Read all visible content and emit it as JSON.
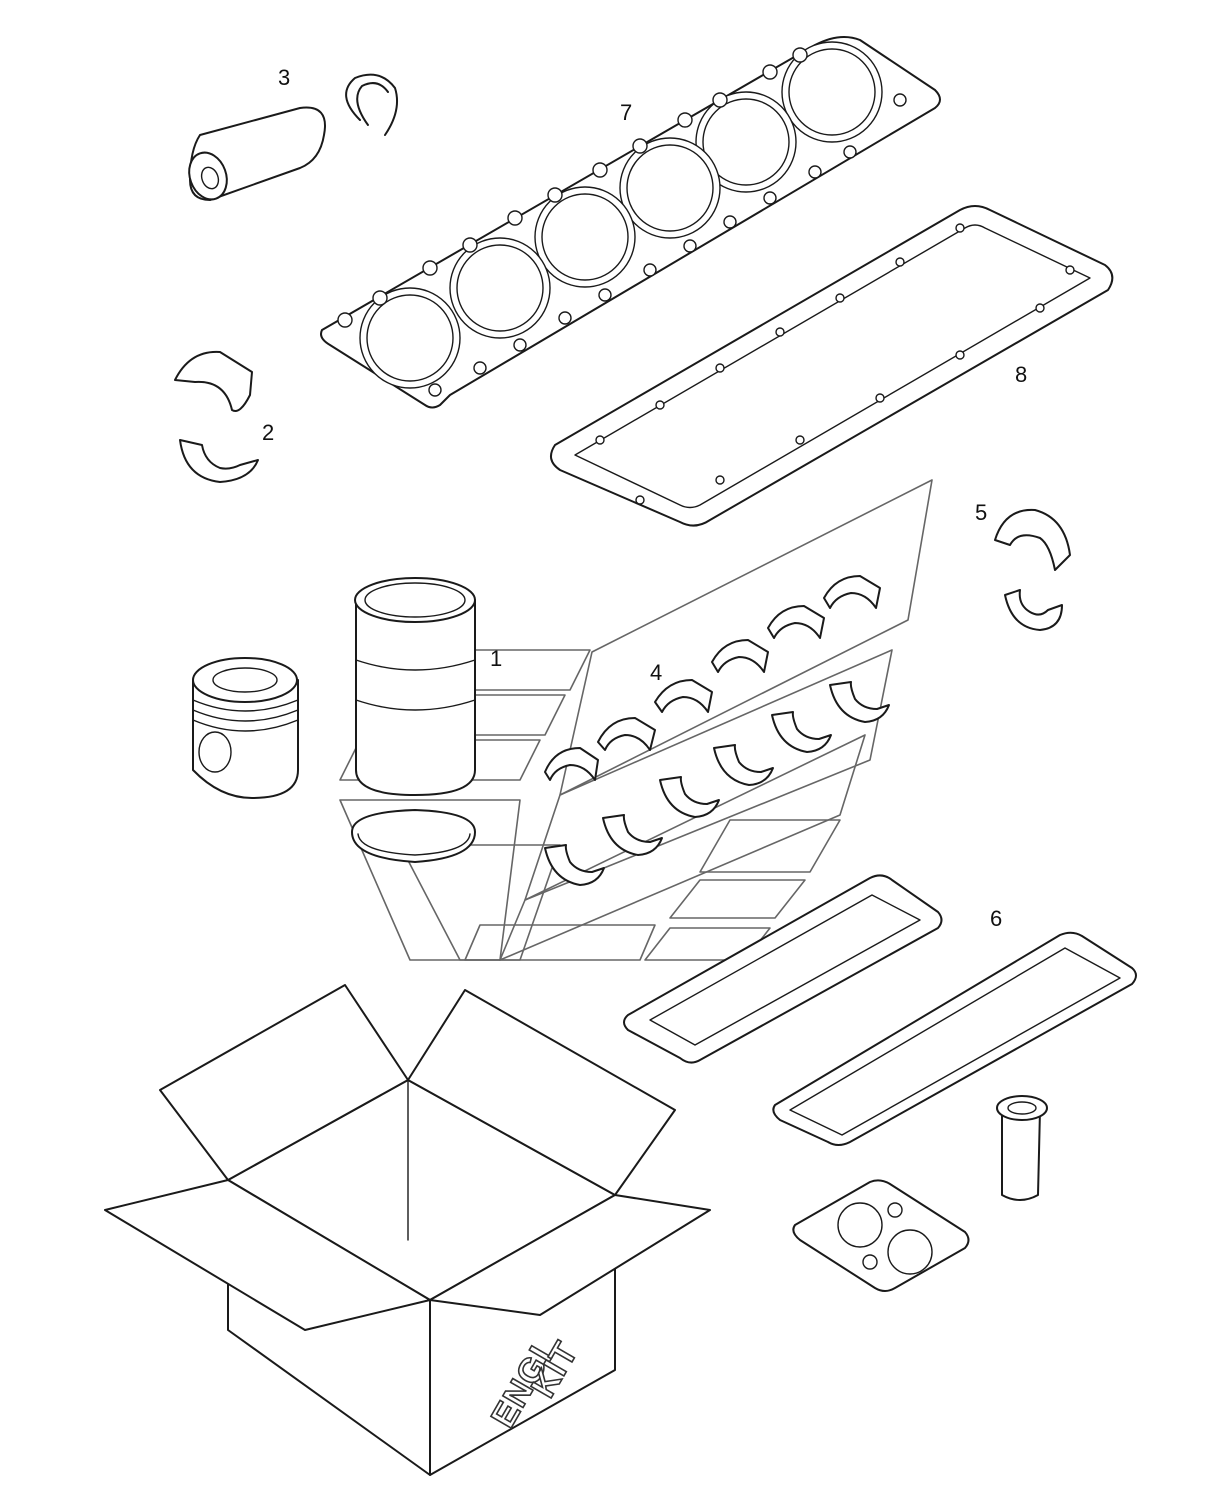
{
  "callouts": [
    {
      "id": "1",
      "label": "1",
      "part": "cylinder-liner"
    },
    {
      "id": "2",
      "label": "2",
      "part": "connecting-rod-bearing"
    },
    {
      "id": "3",
      "label": "3",
      "part": "piston-pin"
    },
    {
      "id": "4",
      "label": "4",
      "part": "main-bearings"
    },
    {
      "id": "5",
      "label": "5",
      "part": "thrust-bearing"
    },
    {
      "id": "6",
      "label": "6",
      "part": "gaskets"
    },
    {
      "id": "7",
      "label": "7",
      "part": "cylinder-head-gasket"
    },
    {
      "id": "8",
      "label": "8",
      "part": "oil-pan-gasket"
    }
  ],
  "box_print": {
    "line1": "ENGI",
    "line2": "KIT"
  },
  "colors": {
    "line": "#1a1a1a",
    "logo": "#666666",
    "background": "#ffffff"
  }
}
